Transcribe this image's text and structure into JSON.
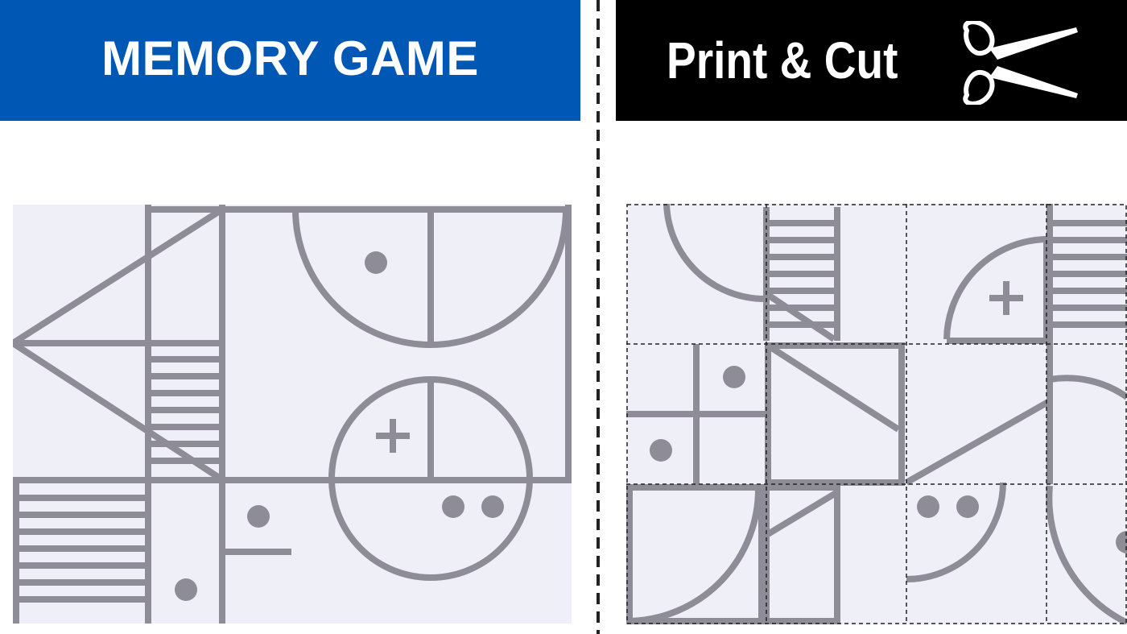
{
  "header": {
    "left_title": "MEMORY GAME",
    "right_title": "Print & Cut",
    "left_bg": "#0057b4",
    "right_bg": "#000000",
    "title_color": "#ffffff",
    "icon": "scissors-icon"
  },
  "board": {
    "background": "#efeff7",
    "line_color": "#8e8c97"
  },
  "cut_sheet": {
    "columns": 4,
    "rows": 3,
    "cut_line_style": "dashed",
    "cut_line_color": "#222222"
  }
}
